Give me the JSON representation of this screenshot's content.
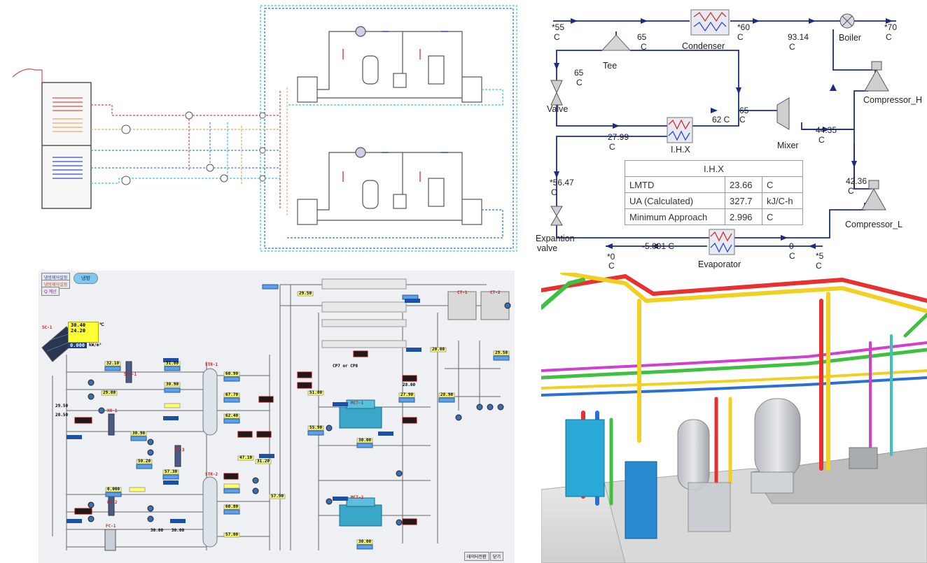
{
  "panel_schematic": {
    "title": ""
  },
  "panel_process": {
    "streams": {
      "s55": "*55",
      "s55_unit": "C",
      "s65_top": "65",
      "s65_top_unit": "C",
      "s60": "*60",
      "s60_unit": "C",
      "s93": "93.14",
      "s93_unit": "C",
      "s70": "*70",
      "s70_unit": "C",
      "s65_mid": "65",
      "s65_mid_unit": "C",
      "s62": "62 C",
      "s65_right": "65",
      "s65_right_unit": "C",
      "s27": "27.99",
      "s27_unit": "C",
      "s44": "44.35",
      "s44_unit": "C",
      "s56": "*56.47",
      "s56_unit": "C",
      "s42": "42.36",
      "s42_unit": "C",
      "s5001": "-5.001 C",
      "s0a": "*0",
      "s0a_unit": "C",
      "s0b": "0",
      "s0b_unit": "C",
      "s5": "*5",
      "s5_unit": "C"
    },
    "units": {
      "condenser": "Condenser",
      "boiler": "Boiler",
      "tee": "Tee",
      "compressor_h": "Compressor_H",
      "valve": "Valve",
      "ihx": "I.H.X",
      "mixer": "Mixer",
      "expansion_valve_1": "Expantion",
      "expansion_valve_2": "valve",
      "compressor_l": "Compressor_L",
      "evaporator": "Evaporator"
    },
    "ihx_table": {
      "title": "I.H.X",
      "rows": [
        {
          "name": "LMTD",
          "value": "23.66",
          "unit": "C"
        },
        {
          "name": "UA (Calculated)",
          "value": "327.7",
          "unit": "kJ/C-h"
        },
        {
          "name": "Minimum Approach",
          "value": "2.996",
          "unit": "C"
        }
      ]
    }
  },
  "panel_hmi": {
    "tab_active": "냉방",
    "menu": [
      "냉방제어설정",
      "냉방제어설정",
      "Q 계산"
    ],
    "solar": {
      "label": "SC-1",
      "temp1": "30.40",
      "temp2": "24.20",
      "temp_unit": "℃",
      "power": "0.000",
      "power_unit": "kW/m²"
    },
    "equipment": {
      "str1": "STR-1",
      "str2": "STR-2",
      "mct1": "MCT-1",
      "mct2": "MCT-2",
      "ct1": "CT-1",
      "ct2": "CT-2",
      "hx1": "HX-1",
      "hx2": "HX-2",
      "hx3": "HX-3",
      "shx1": "SHX-1",
      "fc1": "FC-1",
      "cp": "CP7 or CP8"
    },
    "values": {
      "tsp01": "32.10",
      "tsp02": "31.80",
      "tsp03": "29.80",
      "tsp04": "30.90",
      "tsp05": "29.50",
      "tsp06": "28.50",
      "tsp07": "30.90",
      "tsp08": "60.90",
      "tsp09": "67.70",
      "tsp10": "62.40",
      "tsp11": "50.20",
      "tsp12": "57.30",
      "tsp13": "47.10",
      "tsp14": "31.20",
      "tsp15": "51.00",
      "tsp16": "55.90",
      "tsp17": "27.90",
      "tsp18": "28.90",
      "tsp19": "30.00",
      "tsp20": "30.00",
      "tsp21": "60.80",
      "tsp22": "57.00",
      "tsp23": "29.50",
      "tsp24": "20.00",
      "tsp25": "29.50",
      "tsp26": "57.90",
      "fm_zero": "0.000",
      "cv_val": "28.00",
      "bot1": "30.00",
      "bot2": "30.00"
    },
    "buttons": [
      "데이터전환",
      "닫기"
    ]
  },
  "panel_3d": {
    "title": ""
  }
}
